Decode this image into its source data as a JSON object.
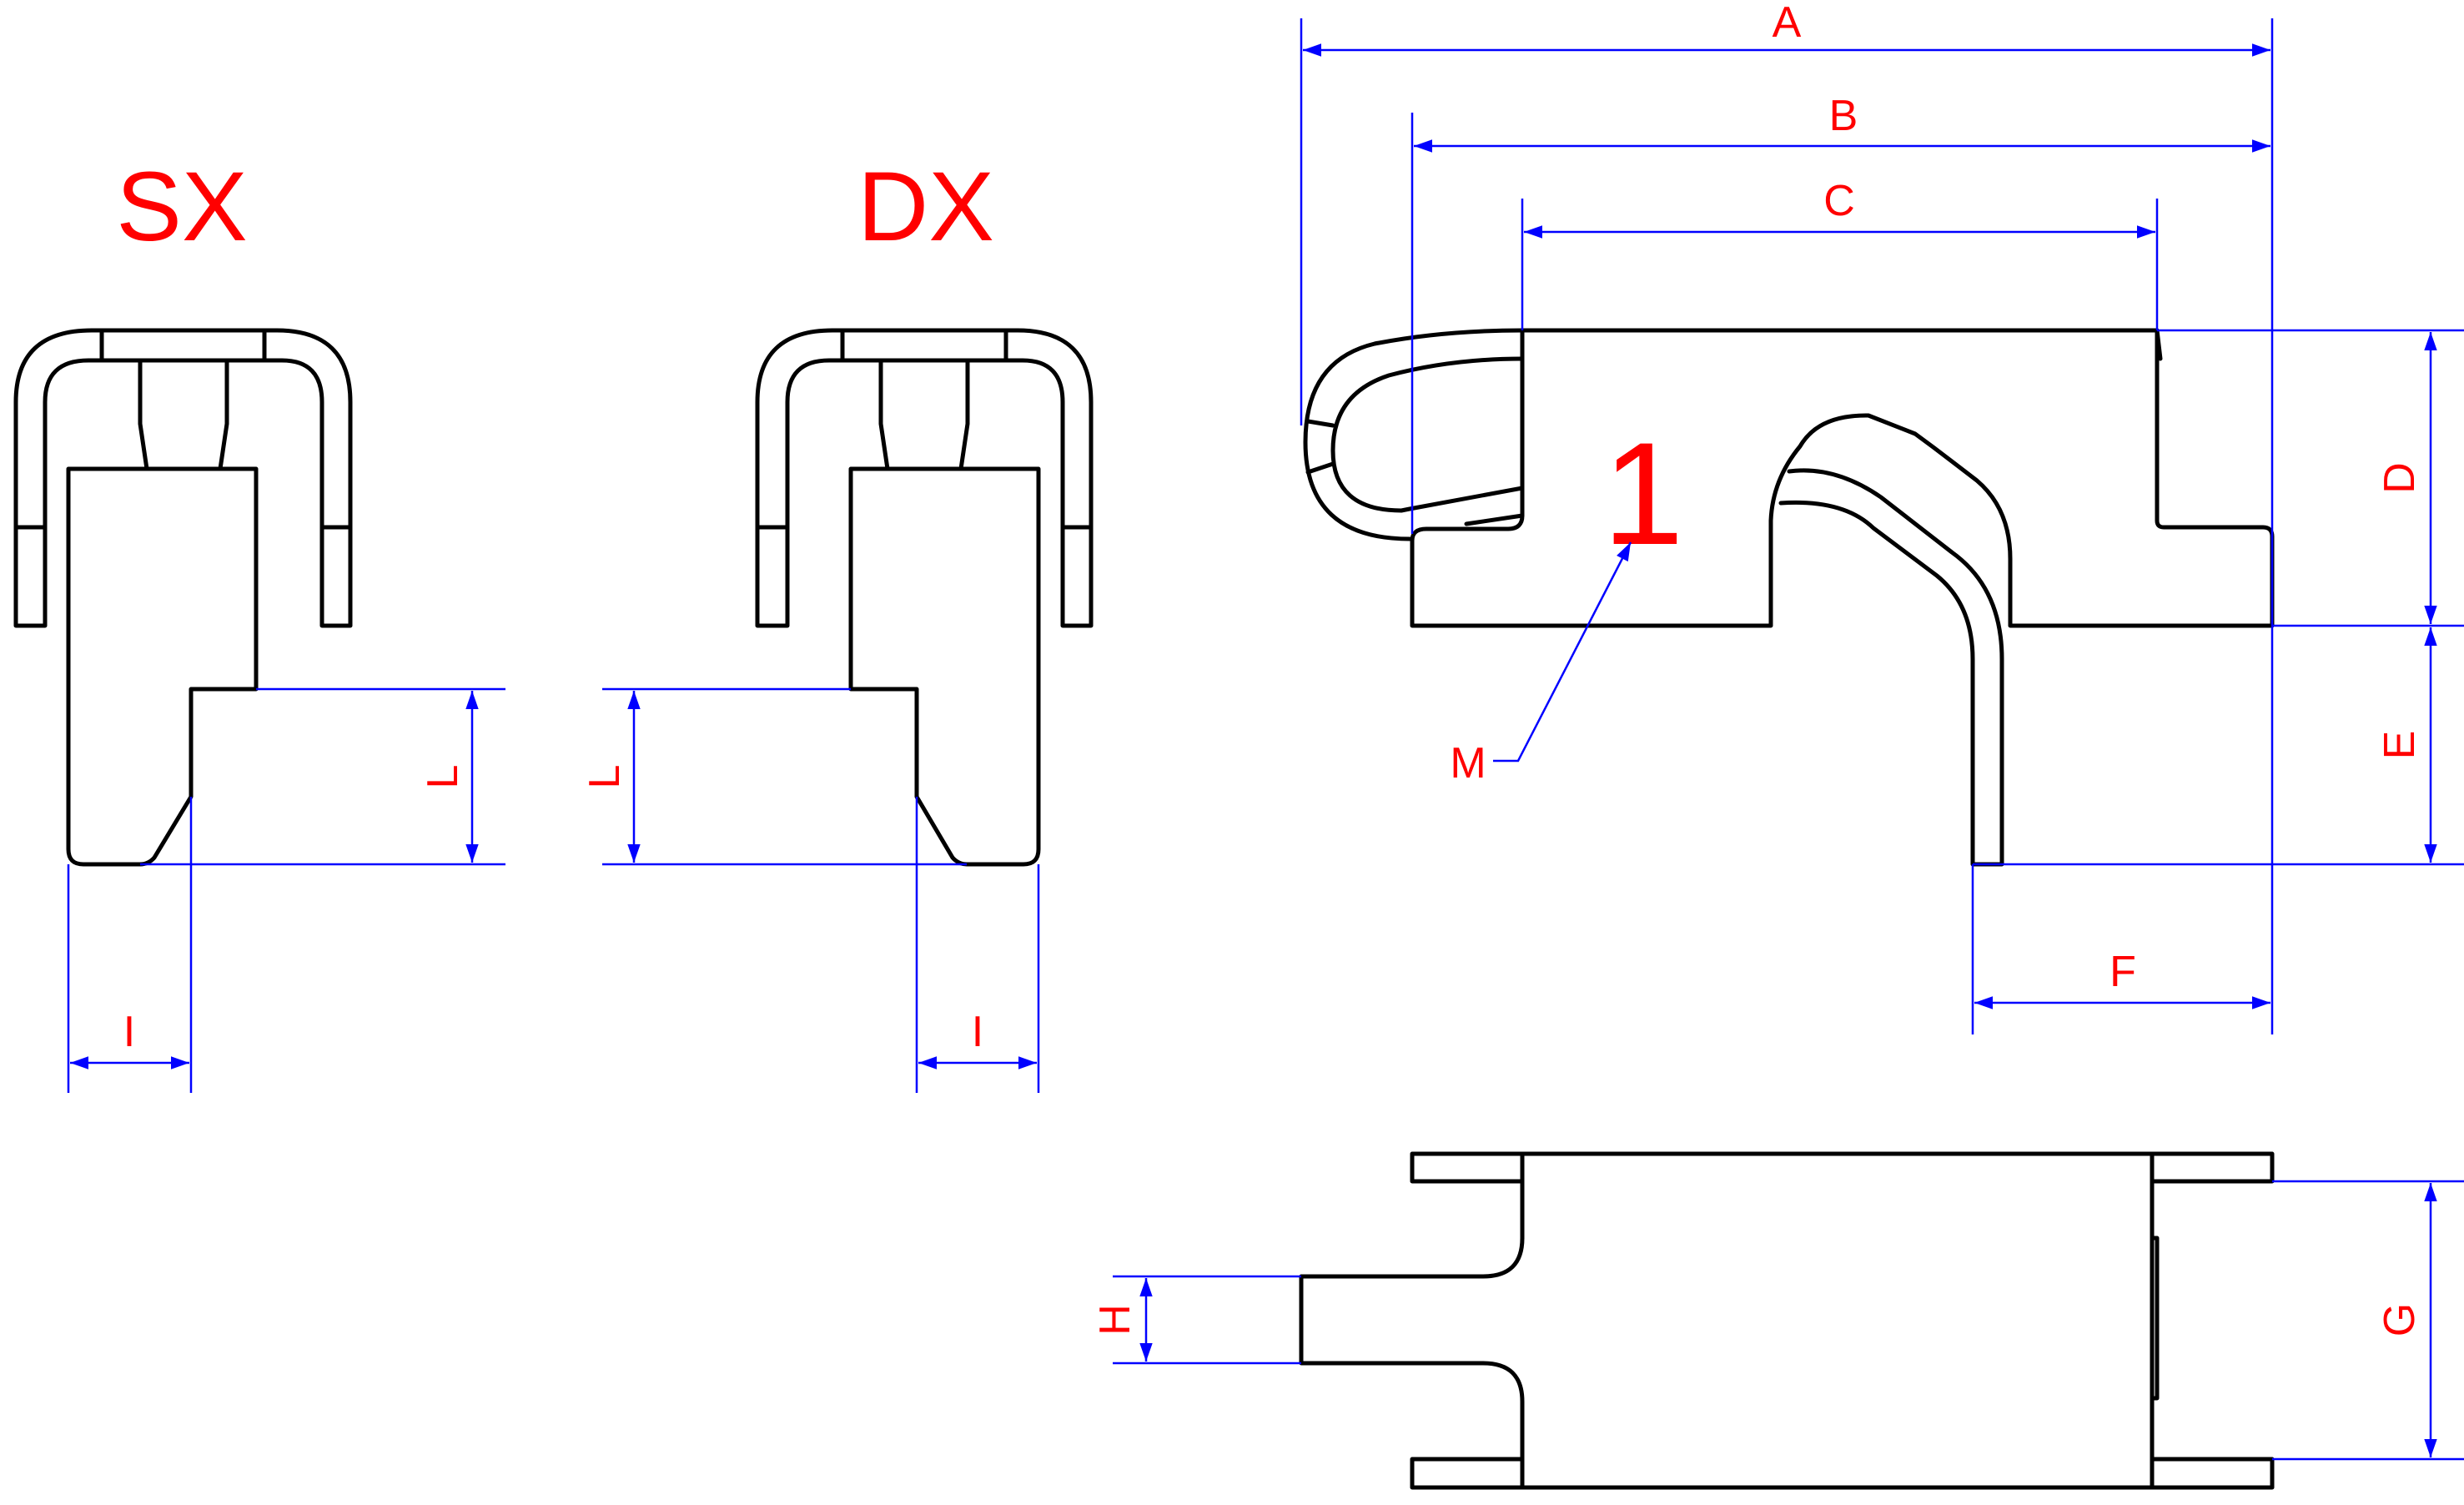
{
  "views": {
    "left_title": "SX",
    "right_title": "DX"
  },
  "callout": {
    "number": "1",
    "letter": "M"
  },
  "dimensions": {
    "a": "A",
    "b": "B",
    "c": "C",
    "d": "D",
    "e": "E",
    "f": "F",
    "g": "G",
    "h": "H",
    "i": "I",
    "l": "L"
  },
  "colors": {
    "outline": "#000000",
    "dimension": "#0000ff",
    "label": "#ff0000"
  }
}
